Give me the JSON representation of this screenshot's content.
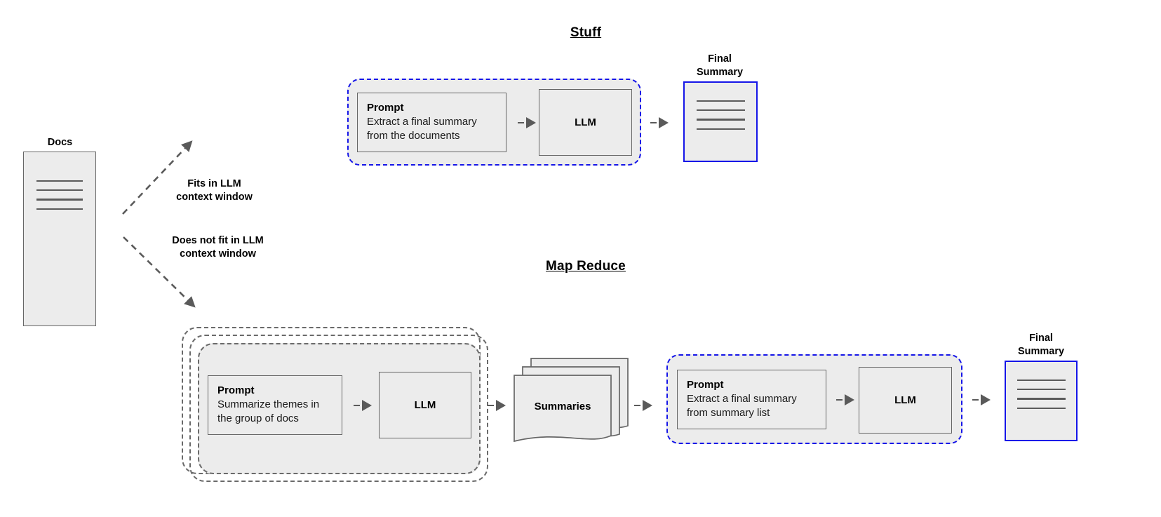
{
  "diagram": {
    "title_stuff": "Stuff",
    "title_map_reduce": "Map Reduce"
  },
  "docs": {
    "label": "Docs",
    "line_count": 4
  },
  "branches": {
    "fits": "Fits in LLM\ncontext window",
    "not_fits": "Does not fit in LLM\ncontext window"
  },
  "stuff": {
    "prompt": {
      "title": "Prompt",
      "body": "Extract a final summary\nfrom the documents"
    },
    "llm_label": "LLM",
    "final_summary": {
      "label": "Final\nSummary",
      "line_count": 4
    }
  },
  "map_reduce": {
    "map_prompt": {
      "title": "Prompt",
      "body": "Summarize themes in\nthe group of docs"
    },
    "map_llm_label": "LLM",
    "summaries_label": "Summaries",
    "reduce_prompt": {
      "title": "Prompt",
      "body": "Extract a final summary\nfrom summary list"
    },
    "reduce_llm_label": "LLM",
    "final_summary": {
      "label": "Final\nSummary",
      "line_count": 4
    }
  },
  "colors": {
    "accent_blue": "#1515e8",
    "node_fill": "#ececec",
    "node_stroke": "#666666",
    "dashed_gray": "#6a6a6a",
    "arrow_gray": "#5a5a5a"
  }
}
